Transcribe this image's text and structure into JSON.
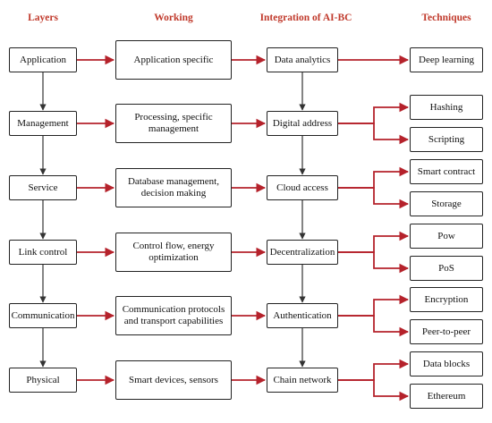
{
  "headers": {
    "layers": "Layers",
    "working": "Working",
    "integration": "Integration of AI-BC",
    "techniques": "Techniques"
  },
  "rows": [
    {
      "layer": "Application",
      "working": "Application specific",
      "integration": "Data analytics",
      "techniques": [
        "Deep learning"
      ]
    },
    {
      "layer": "Management",
      "working": "Processing, specific management",
      "integration": "Digital address",
      "techniques": [
        "Hashing",
        "Scripting"
      ]
    },
    {
      "layer": "Service",
      "working": "Database management, decision making",
      "integration": "Cloud access",
      "techniques": [
        "Smart contract",
        "Storage"
      ]
    },
    {
      "layer": "Link control",
      "working": "Control flow, energy optimization",
      "integration": "Decentralization",
      "techniques": [
        "Pow",
        "PoS"
      ]
    },
    {
      "layer": "Communication",
      "working": "Communication protocols and transport capabilities",
      "integration": "Authentication",
      "techniques": [
        "Encryption",
        "Peer-to-peer"
      ]
    },
    {
      "layer": "Physical",
      "working": "Smart devices, sensors",
      "integration": "Chain network",
      "techniques": [
        "Data blocks",
        "Ethereum"
      ]
    }
  ],
  "colors": {
    "header": "#c0392b",
    "arrow_red": "#b5222b",
    "arrow_dark": "#333333",
    "box_border": "#222222"
  }
}
